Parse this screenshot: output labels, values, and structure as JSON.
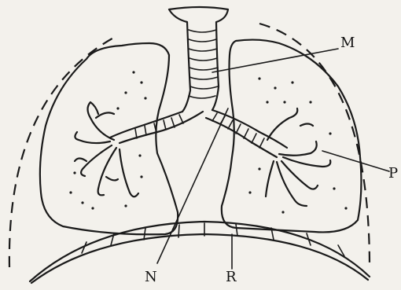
{
  "labels": {
    "M": "M",
    "N": "N",
    "R": "R",
    "P": "P"
  },
  "colors": {
    "ink": "#1a1a1a",
    "paper": "#f3f1ec"
  }
}
